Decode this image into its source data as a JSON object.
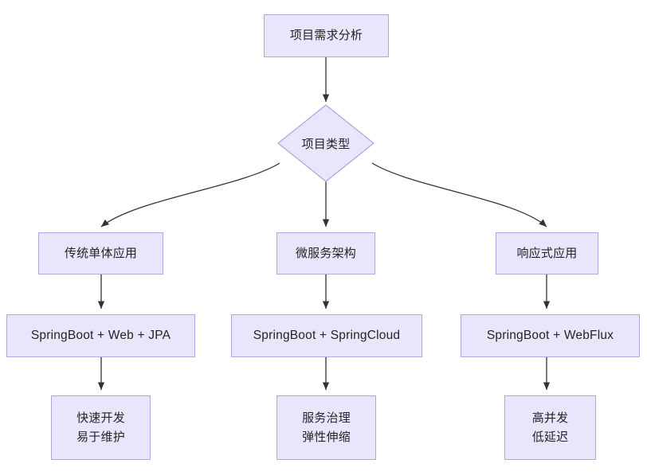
{
  "diagram": {
    "type": "flowchart",
    "title_node": "项目需求分析",
    "decision_node": "项目类型",
    "colors": {
      "node_fill": "#e8e6fb",
      "node_border": "#b3a6e0",
      "edge": "#333333",
      "text": "#242424",
      "background": "#ffffff"
    },
    "nodes": {
      "start": {
        "label": "项目需求分析"
      },
      "decision": {
        "label": "项目类型"
      },
      "branch_left": {
        "label": "传统单体应用"
      },
      "branch_mid": {
        "label": "微服务架构"
      },
      "branch_right": {
        "label": "响应式应用"
      },
      "stack_left": {
        "label": "SpringBoot + Web + JPA"
      },
      "stack_mid": {
        "label": "SpringBoot + SpringCloud"
      },
      "stack_right": {
        "label": "SpringBoot + WebFlux"
      },
      "result_left": {
        "line1": "快速开发",
        "line2": "易于维护"
      },
      "result_mid": {
        "line1": "服务治理",
        "line2": "弹性伸缩"
      },
      "result_right": {
        "line1": "高并发",
        "line2": "低延迟"
      }
    },
    "edges": [
      {
        "from": "start",
        "to": "decision",
        "style": "straight-arrow"
      },
      {
        "from": "decision",
        "to": "branch_left",
        "style": "curved-arrow"
      },
      {
        "from": "decision",
        "to": "branch_mid",
        "style": "straight-arrow"
      },
      {
        "from": "decision",
        "to": "branch_right",
        "style": "curved-arrow"
      },
      {
        "from": "branch_left",
        "to": "stack_left",
        "style": "straight-arrow"
      },
      {
        "from": "branch_mid",
        "to": "stack_mid",
        "style": "straight-arrow"
      },
      {
        "from": "branch_right",
        "to": "stack_right",
        "style": "straight-arrow"
      },
      {
        "from": "stack_left",
        "to": "result_left",
        "style": "straight-arrow"
      },
      {
        "from": "stack_mid",
        "to": "result_mid",
        "style": "straight-arrow"
      },
      {
        "from": "stack_right",
        "to": "result_right",
        "style": "straight-arrow"
      }
    ]
  }
}
